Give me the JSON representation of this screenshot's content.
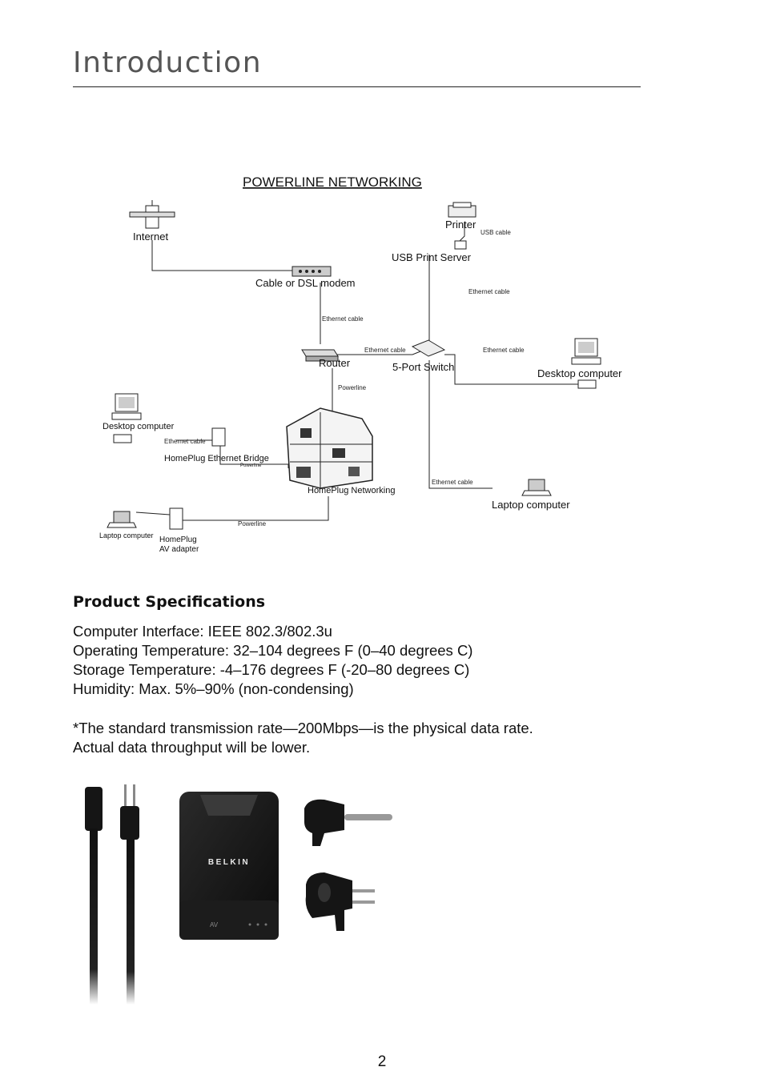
{
  "page": {
    "title": "Introduction",
    "page_number": "2"
  },
  "diagram": {
    "title": "POWERLINE NETWORKING",
    "labels": {
      "internet": "Internet",
      "modem": "Cable or DSL modem",
      "printer": "Printer",
      "usb_cable": "USB cable",
      "usb_print_server": "USB Print Server",
      "ethernet_cable_1": "Ethernet cable",
      "ethernet_cable_2": "Ethernet cable",
      "ethernet_cable_3": "Ethernet cable",
      "ethernet_cable_4": "Ethernet cable",
      "ethernet_cable_5": "Ethernet cable",
      "ethernet_cable_6": "Ethernet cable",
      "router": "Router",
      "switch": "5-Port Switch",
      "desktop_right": "Desktop  computer",
      "powerline_1": "Powerline",
      "desktop_left": "Desktop  computer",
      "bridge": "HomePlug Ethernet Bridge",
      "powerline_2": "Powerline",
      "homeplug_networking": "HomePlug Networking",
      "laptop_right": "Laptop computer",
      "laptop_left": "Laptop computer",
      "powerline_3": "Powerline",
      "homeplug": "HomePlug",
      "av_adapter": "AV adapter"
    }
  },
  "specs": {
    "heading": "Product Specifications",
    "lines": [
      "Computer Interface: IEEE 802.3/802.3u",
      "Operating Temperature: 32–104 degrees F (0–40 degrees C)",
      "Storage Temperature: -4–176 degrees F (-20–80 degrees C)",
      "Humidity: Max. 5%–90% (non-condensing)"
    ],
    "note": [
      "*The standard transmission rate—200Mbps—is the physical data rate.",
      "Actual data throughput will be lower."
    ]
  },
  "product": {
    "brand": "BELKIN",
    "badge": "AV"
  }
}
